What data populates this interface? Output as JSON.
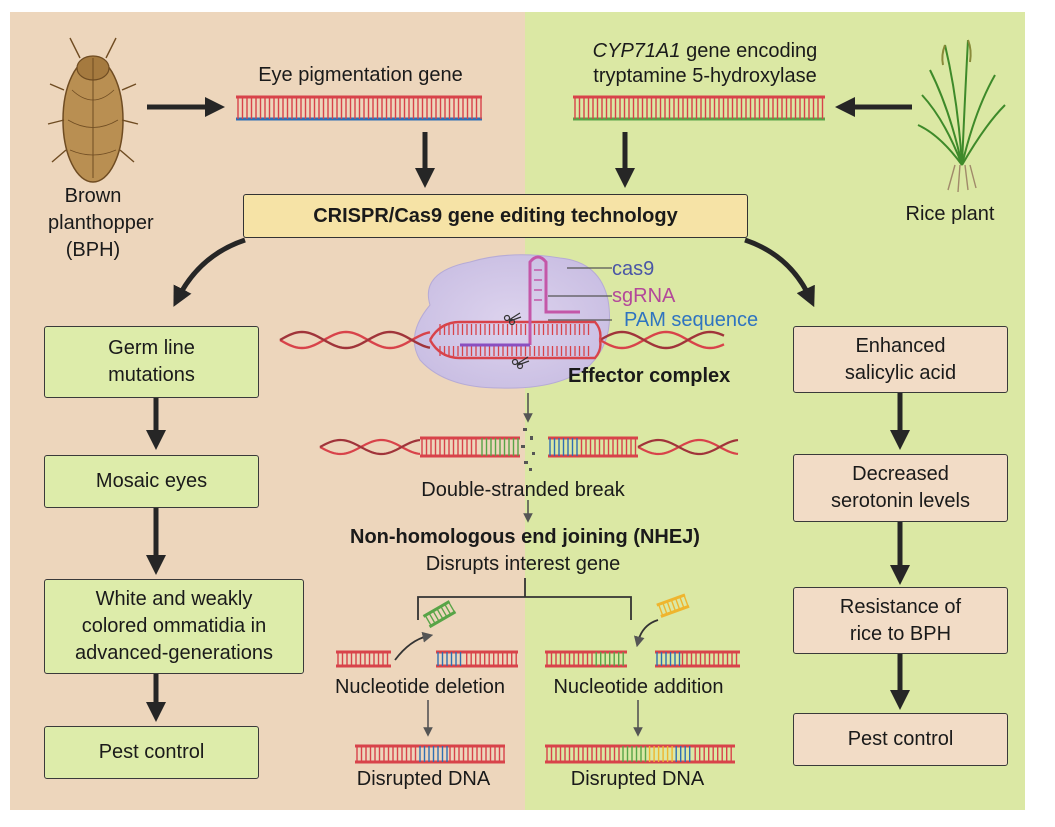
{
  "left_panel": {
    "organism_label": "Brown\nplanthopper\n(BPH)",
    "gene_label": "Eye pigmentation gene",
    "boxes": [
      "Germ line\nmutations",
      "Mosaic eyes",
      "White and weakly\ncolored ommatidia in\nadvanced-generations",
      "Pest control"
    ]
  },
  "right_panel": {
    "gene_label_italic": "CYP71A1",
    "gene_label_rest": " gene encoding",
    "gene_label_line2": "tryptamine 5-hydroxylase",
    "organism_label": "Rice plant",
    "boxes": [
      "Enhanced\nsalicylic acid",
      "Decreased\nserotonin levels",
      "Resistance of\nrice to BPH",
      "Pest control"
    ]
  },
  "center": {
    "crispr_title": "CRISPR/Cas9 gene editing technology",
    "cas9_label": "cas9",
    "sgrna_label": "sgRNA",
    "pam_label": "PAM sequence",
    "effector_label": "Effector complex",
    "break_label": "Double-stranded break",
    "nhej_title": "Non-homologous end joining (NHEJ)",
    "nhej_subtitle": "Disrupts interest gene",
    "deletion_label": "Nucleotide deletion",
    "addition_label": "Nucleotide addition",
    "disrupted_left": "Disrupted DNA",
    "disrupted_right": "Disrupted DNA"
  },
  "colors": {
    "left_bg": "#edd6bc",
    "right_bg": "#dbe8a4",
    "crispr_box": "#f6e3a6",
    "cas9_text": "#4a56a6",
    "sgrna_text": "#b3489a",
    "pam_text": "#2f74c0",
    "dna_red": "#d8434a",
    "dna_blue": "#2e6fb3",
    "dna_green": "#58a447",
    "dna_yellow": "#efb52e",
    "arrow": "#262626"
  },
  "icons": [
    "planthopper-icon",
    "rice-plant-icon",
    "scissors-icon"
  ]
}
